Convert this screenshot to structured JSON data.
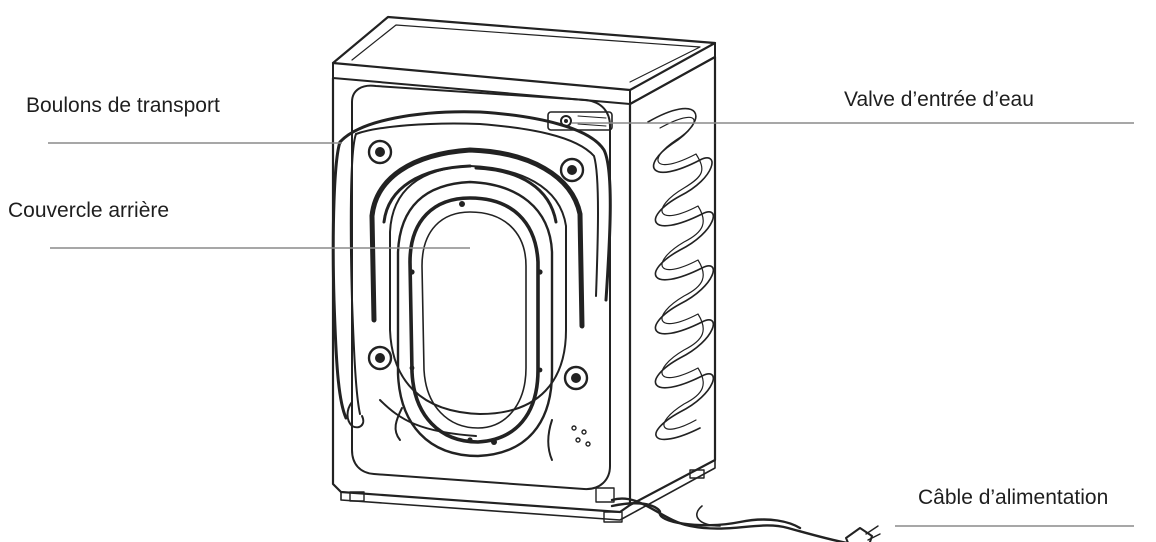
{
  "diagram": {
    "labels": {
      "transport_bolts": "Boulons de transport",
      "rear_cover": "Couvercle arrière",
      "water_inlet_valve": "Valve d’entrée d’eau",
      "power_cable": "Câble d’alimentation"
    },
    "subject": "washing-machine-rear-view"
  }
}
